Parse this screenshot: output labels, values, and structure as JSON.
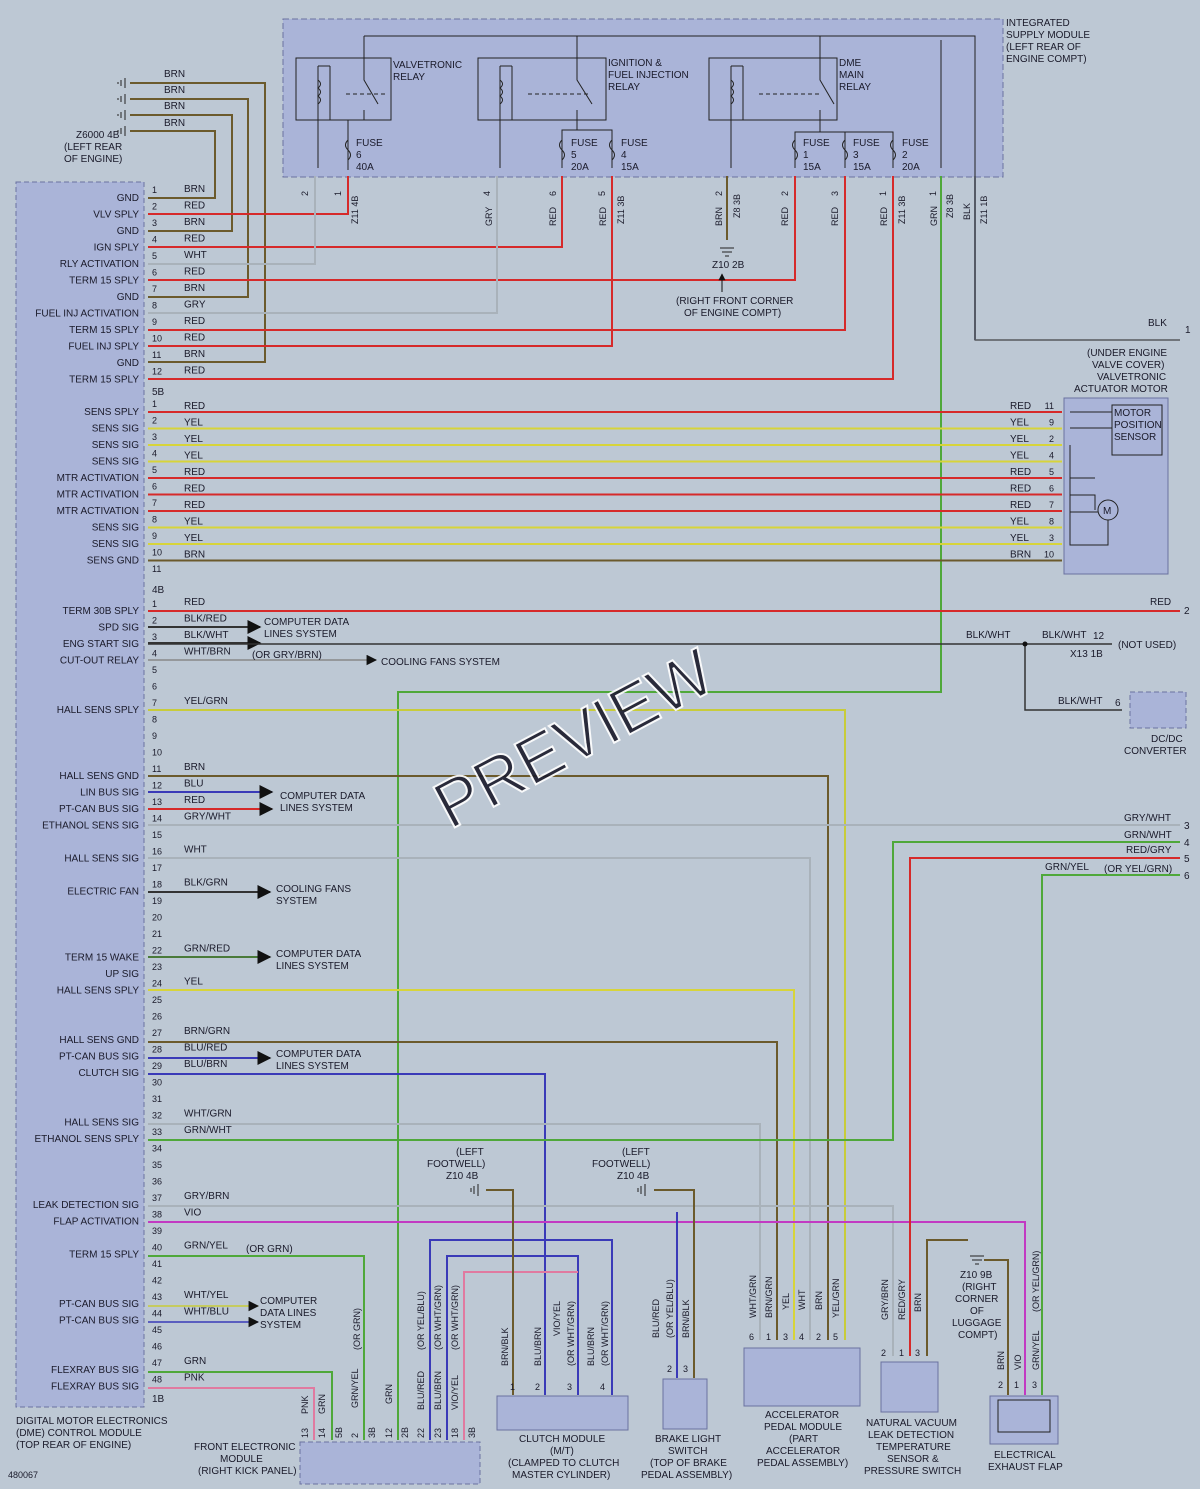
{
  "colors": {
    "background": "#bdc8d4",
    "module": "#aab4d8",
    "red": "#d62a2a",
    "yellow": "#d7d43a",
    "brown": "#6b5a2c",
    "gray": "#a9b2ba",
    "green": "#4fa83a",
    "blue": "#3a3ab8",
    "violet": "#c23ac2",
    "pink": "#e07aa0",
    "black": "#555a66"
  },
  "dme": {
    "labels": [
      "GND",
      "VLV SPLY",
      "GND",
      "IGN SPLY",
      "RLY ACTIVATION",
      "TERM 15 SPLY",
      "GND",
      "FUEL INJ ACTIVATION",
      "TERM 15 SPLY",
      "FUEL INJ SPLY",
      "GND",
      "TERM 15 SPLY"
    ],
    "caption": [
      "DIGITAL MOTOR ELECTRONICS",
      "(DME) CONTROL MODULE",
      "(TOP REAR OF ENGINE)"
    ],
    "conn5b": "5B",
    "labels_5b": [
      "SENS SPLY",
      "SENS SIG",
      "SENS SIG",
      "SENS SIG",
      "MTR ACTIVATION",
      "MTR ACTIVATION",
      "MTR ACTIVATION",
      "SENS SIG",
      "SENS SIG",
      "SENS GND"
    ],
    "conn4b": "4B",
    "labels_4b": [
      {
        "pin": "1",
        "label": "TERM 30B SPLY"
      },
      {
        "pin": "2",
        "label": "SPD SIG"
      },
      {
        "pin": "3",
        "label": "ENG START SIG"
      },
      {
        "pin": "4",
        "label": "CUT-OUT RELAY"
      },
      {
        "pin": "7",
        "label": "HALL SENS SPLY"
      },
      {
        "pin": "11",
        "label": "HALL SENS GND"
      },
      {
        "pin": "12",
        "label": "LIN BUS SIG"
      },
      {
        "pin": "13",
        "label": "PT-CAN BUS SIG"
      },
      {
        "pin": "14",
        "label": "ETHANOL SENS SIG"
      },
      {
        "pin": "16",
        "label": "HALL SENS SIG"
      },
      {
        "pin": "18",
        "label": "ELECTRIC FAN"
      },
      {
        "pin": "22",
        "label": "TERM 15 WAKE"
      },
      {
        "pin": "23",
        "label": "UP SIG"
      },
      {
        "pin": "24",
        "label": "HALL SENS SPLY"
      },
      {
        "pin": "27",
        "label": "HALL SENS GND"
      },
      {
        "pin": "28",
        "label": "PT-CAN BUS SIG"
      },
      {
        "pin": "29",
        "label": "CLUTCH SIG"
      },
      {
        "pin": "32",
        "label": "HALL SENS SIG"
      },
      {
        "pin": "33",
        "label": "ETHANOL SENS SPLY"
      },
      {
        "pin": "37",
        "label": "LEAK DETECTION SIG"
      },
      {
        "pin": "38",
        "label": "FLAP ACTIVATION"
      },
      {
        "pin": "40",
        "label": "TERM 15 SPLY"
      },
      {
        "pin": "43",
        "label": "PT-CAN BUS SIG"
      },
      {
        "pin": "44",
        "label": "PT-CAN BUS SIG"
      },
      {
        "pin": "47",
        "label": "FLEXRAY BUS SIG"
      },
      {
        "pin": "48",
        "label": "FLEXRAY BUS SIG"
      }
    ],
    "conn1b": "1B"
  },
  "isb": {
    "title": [
      "INTEGRATED",
      "SUPPLY MODULE",
      "(LEFT REAR OF",
      "ENGINE COMPT)"
    ],
    "relay1": [
      "VALVETRONIC",
      "RELAY"
    ],
    "relay2": [
      "IGNITION &",
      "FUEL INJECTION",
      "RELAY"
    ],
    "relay3": [
      "DME",
      "MAIN",
      "RELAY"
    ],
    "fuses": [
      {
        "name": "FUSE",
        "num": "6",
        "amp": "40A"
      },
      {
        "name": "FUSE",
        "num": "5",
        "amp": "20A"
      },
      {
        "name": "FUSE",
        "num": "4",
        "amp": "15A"
      },
      {
        "name": "FUSE",
        "num": "1",
        "amp": "15A"
      },
      {
        "name": "FUSE",
        "num": "3",
        "amp": "15A"
      },
      {
        "name": "FUSE",
        "num": "2",
        "amp": "20A"
      }
    ],
    "pins_top": [
      "2",
      "1",
      "4",
      "6",
      "5",
      "2",
      "2",
      "3",
      "1",
      "1"
    ],
    "connectors": [
      "Z11 4B",
      "Z11 3B",
      "Z8 3B",
      "Z11 3B",
      "Z8 3B",
      "Z11 1B"
    ],
    "colors_top": [
      "GRY",
      "RED",
      "RED",
      "BRN",
      "RED",
      "RED",
      "RED",
      "GRN",
      "BLK"
    ]
  },
  "z6000": [
    "Z6000 4B",
    "(LEFT REAR",
    "OF ENGINE)"
  ],
  "ground_z102b": "Z10 2B",
  "ground_z102b_note": [
    "(RIGHT FRONT CORNER",
    "OF ENGINE COMPT)"
  ],
  "wire_colors_top": [
    "BRN",
    "RED",
    "BRN",
    "RED",
    "WHT",
    "RED",
    "BRN",
    "GRY",
    "RED",
    "RED",
    "BRN",
    "RED"
  ],
  "wire_colors_5b": [
    "RED",
    "YEL",
    "YEL",
    "YEL",
    "RED",
    "RED",
    "RED",
    "YEL",
    "YEL",
    "BRN"
  ],
  "valvetronic_motor": {
    "caption": [
      "(UNDER ENGINE",
      "VALVE COVER)",
      "VALVETRONIC",
      "ACTUATOR MOTOR"
    ],
    "sensor": [
      "MOTOR",
      "POSITION",
      "SENSOR"
    ],
    "motor": "M",
    "pins": [
      "11",
      "9",
      "2",
      "4",
      "5",
      "6",
      "7",
      "8",
      "3",
      "10"
    ]
  },
  "wire_4b": [
    {
      "pin": "1",
      "color": "RED"
    },
    {
      "pin": "2",
      "color": "BLK/RED"
    },
    {
      "pin": "3",
      "color": "BLK/WHT"
    },
    {
      "pin": "4",
      "color": "WHT/BRN"
    },
    {
      "pin": "7",
      "color": "YEL/GRN"
    },
    {
      "pin": "11",
      "color": "BRN"
    },
    {
      "pin": "12",
      "color": "BLU"
    },
    {
      "pin": "13",
      "color": "RED"
    },
    {
      "pin": "14",
      "color": "GRY/WHT"
    },
    {
      "pin": "16",
      "color": "WHT"
    },
    {
      "pin": "18",
      "color": "BLK/GRN"
    },
    {
      "pin": "22",
      "color": "GRN/RED"
    },
    {
      "pin": "24",
      "color": "YEL"
    },
    {
      "pin": "27",
      "color": "BRN/GRN"
    },
    {
      "pin": "28",
      "color": "BLU/RED"
    },
    {
      "pin": "29",
      "color": "BLU/BRN"
    },
    {
      "pin": "32",
      "color": "WHT/GRN"
    },
    {
      "pin": "33",
      "color": "GRN/WHT"
    },
    {
      "pin": "37",
      "color": "GRY/BRN"
    },
    {
      "pin": "38",
      "color": "VIO"
    },
    {
      "pin": "40",
      "color": "GRN/YEL"
    },
    {
      "pin": "43",
      "color": "WHT/YEL"
    },
    {
      "pin": "44",
      "color": "WHT/BLU"
    },
    {
      "pin": "47",
      "color": "GRN"
    },
    {
      "pin": "48",
      "color": "PNK"
    }
  ],
  "notes": {
    "or_gry_brn": "(OR GRY/BRN)",
    "or_grn": "(OR GRN)",
    "or_yel_grn": "(OR YEL/GRN)",
    "not_used": "(NOT USED)",
    "computer_data": [
      "COMPUTER DATA",
      "LINES SYSTEM"
    ],
    "cooling_fans": "COOLING FANS SYSTEM",
    "cooling_fans2": [
      "COOLING FANS",
      "SYSTEM"
    ],
    "computer_data3": [
      "COMPUTER",
      "DATA LINES",
      "SYSTEM"
    ]
  },
  "right_edge": [
    {
      "color": "BLK",
      "num": "1"
    },
    {
      "color": "RED",
      "num": "2"
    },
    {
      "color": "GRY/WHT",
      "num": "3"
    },
    {
      "color": "GRN/WHT",
      "num": "4"
    },
    {
      "color": "RED/GRY",
      "num": "5"
    },
    {
      "color": "GRN/YEL",
      "num": "6"
    }
  ],
  "dcdc": {
    "caption": [
      "DC/DC",
      "CONVERTER"
    ],
    "wire": "BLK/WHT",
    "pin": "6",
    "wire2": "BLK/WHT",
    "pin2": "12",
    "conn": "X13 1B",
    "wire3": "BLK/WHT"
  },
  "footwell1": [
    "(LEFT",
    "FOOTWELL)",
    "Z10 4B"
  ],
  "footwell2": [
    "(LEFT",
    "FOOTWELL)",
    "Z10 4B"
  ],
  "luggage": [
    "Z10 9B",
    "(RIGHT",
    "CORNER",
    "OF",
    "LUGGAGE",
    "COMPT)"
  ],
  "fem": {
    "caption": [
      "FRONT ELECTRONIC",
      "MODULE",
      "(RIGHT KICK PANEL)"
    ],
    "pins": [
      "13",
      "14",
      "2",
      "12",
      "22",
      "23",
      "18"
    ],
    "conns": [
      "5B",
      "3B",
      "2B",
      "3B"
    ],
    "colors": [
      "PNK",
      "GRN",
      "GRN/YEL",
      "GRN",
      "BLU/RED",
      "BLU/BRN",
      "VIO/YEL"
    ],
    "or": [
      "(OR GRN)",
      "(OR YEL/BLU)",
      "(OR WHT/GRN)",
      "(OR WHT/GRN)"
    ]
  },
  "clutch": {
    "caption": [
      "CLUTCH MODULE",
      "(M/T)",
      "(CLAMPED TO CLUTCH",
      "MASTER CYLINDER)"
    ],
    "pins": [
      "1",
      "2",
      "3",
      "4"
    ],
    "colors": [
      "BRN/BLK",
      "BLU/BRN",
      "(OR WHT/GRN)",
      "BLU/BRN"
    ],
    "or": [
      "VIO/YEL",
      "(OR WHT/GRN)"
    ]
  },
  "brake": {
    "caption": [
      "BRAKE LIGHT",
      "SWITCH",
      "(TOP OF BRAKE",
      "PEDAL ASSEMBLY)"
    ],
    "pins": [
      "2",
      "3"
    ],
    "colors": [
      "BLU/RED",
      "BRN/BLK"
    ],
    "or": "(OR YEL/BLU)"
  },
  "accel": {
    "caption": [
      "ACCELERATOR",
      "PEDAL MODULE",
      "(PART",
      "ACCELERATOR",
      "PEDAL ASSEMBLY)"
    ],
    "pins": [
      "6",
      "1",
      "3",
      "4",
      "2",
      "5"
    ],
    "colors": [
      "WHT/GRN",
      "BRN/GRN",
      "YEL",
      "WHT",
      "BRN",
      "YEL/GRN"
    ]
  },
  "leak": {
    "caption": [
      "NATURAL VACUUM",
      "LEAK DETECTION",
      "TEMPERATURE",
      "SENSOR &",
      "PRESSURE SWITCH"
    ],
    "pins": [
      "2",
      "1",
      "3"
    ],
    "colors": [
      "GRY/BRN",
      "RED/GRY",
      "BRN"
    ]
  },
  "flap": {
    "caption": [
      "ELECTRICAL",
      "EXHAUST FLAP"
    ],
    "pins": [
      "2",
      "1",
      "3"
    ],
    "colors": [
      "BRN",
      "VIO",
      "GRN/YEL"
    ],
    "or": "(OR YEL/GRN)"
  },
  "code": "480067",
  "watermark": "PREVIEW"
}
